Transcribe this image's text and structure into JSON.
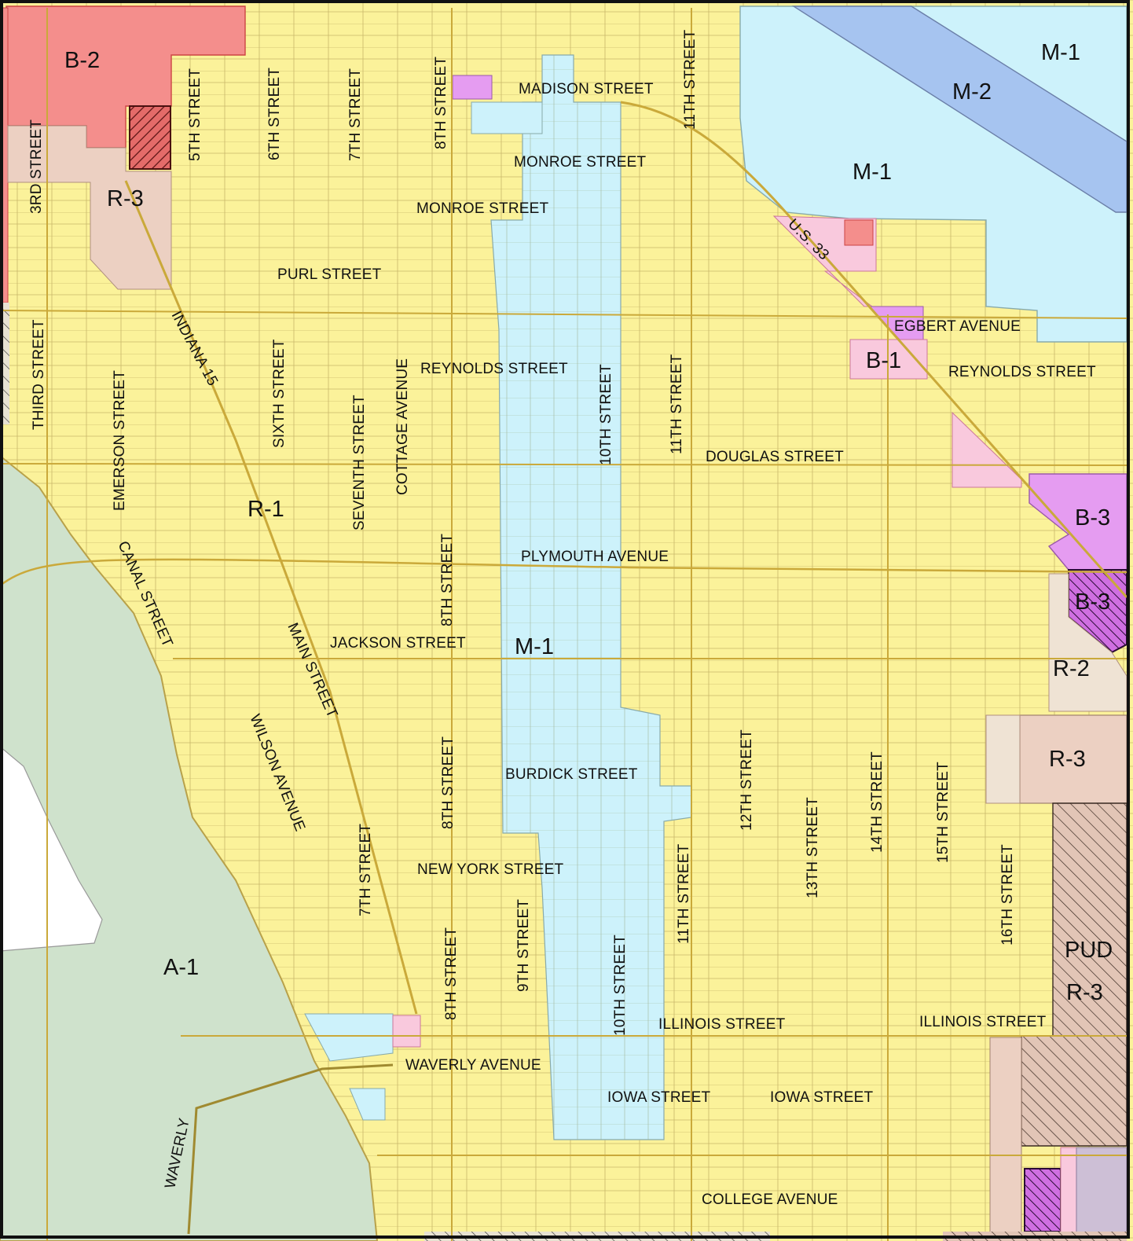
{
  "colors": {
    "residential_yellow": "#fbf29a",
    "industrial_light_blue": "#cdf2fb",
    "industrial_m2_blue": "#a6c4f0",
    "business_b2_red": "#f48e8c",
    "business_b1_pink": "#f9c9dd",
    "business_b3_purple": "#e59cf1",
    "r2_beige": "#efe3d4",
    "r3_tan": "#ecd0c2",
    "agricultural_green": "#cfe2cc",
    "parcel_line": "#b8a14a",
    "road_line": "#caa93a"
  },
  "zones": [
    {
      "id": "b2",
      "label": "B-2"
    },
    {
      "id": "m1_ne",
      "label": "M-1"
    },
    {
      "id": "m2",
      "label": "M-2"
    },
    {
      "id": "m1_mid",
      "label": "M-1"
    },
    {
      "id": "r3_nw",
      "label": "R-3"
    },
    {
      "id": "b1",
      "label": "B-1"
    },
    {
      "id": "b3_a",
      "label": "B-3"
    },
    {
      "id": "b3_b",
      "label": "B-3"
    },
    {
      "id": "r1",
      "label": "R-1"
    },
    {
      "id": "m1_center",
      "label": "M-1"
    },
    {
      "id": "r2",
      "label": "R-2"
    },
    {
      "id": "r3_e",
      "label": "R-3"
    },
    {
      "id": "pud",
      "label": "PUD"
    },
    {
      "id": "r3_pud",
      "label": "R-3"
    },
    {
      "id": "a1",
      "label": "A-1"
    }
  ],
  "streets": [
    {
      "id": "madison",
      "label": "MADISON STREET"
    },
    {
      "id": "monroe_1",
      "label": "MONROE STREET"
    },
    {
      "id": "monroe_2",
      "label": "MONROE STREET"
    },
    {
      "id": "purl",
      "label": "PURL STREET"
    },
    {
      "id": "reynolds_1",
      "label": "REYNOLDS STREET"
    },
    {
      "id": "reynolds_2",
      "label": "REYNOLDS STREET"
    },
    {
      "id": "egbert",
      "label": "EGBERT AVENUE"
    },
    {
      "id": "douglas",
      "label": "DOUGLAS  STREET"
    },
    {
      "id": "plymouth",
      "label": "PLYMOUTH AVENUE"
    },
    {
      "id": "jackson",
      "label": "JACKSON STREET"
    },
    {
      "id": "burdick",
      "label": "BURDICK STREET"
    },
    {
      "id": "new_york",
      "label": "NEW YORK STREET"
    },
    {
      "id": "illinois_1",
      "label": "ILLINOIS STREET"
    },
    {
      "id": "illinois_2",
      "label": "ILLINOIS STREET"
    },
    {
      "id": "waverly_ave",
      "label": "WAVERLY AVENUE"
    },
    {
      "id": "iowa_1",
      "label": "IOWA STREET"
    },
    {
      "id": "iowa_2",
      "label": "IOWA STREET"
    },
    {
      "id": "college",
      "label": "COLLEGE AVENUE"
    },
    {
      "id": "us33",
      "label": "U.S. 33"
    },
    {
      "id": "third_st_top",
      "label": "3RD STREET"
    },
    {
      "id": "fifth",
      "label": "5TH STREET"
    },
    {
      "id": "sixth_top",
      "label": "6TH STREET"
    },
    {
      "id": "seventh_top",
      "label": "7TH STREET"
    },
    {
      "id": "eighth_top",
      "label": "8TH STREET"
    },
    {
      "id": "eleventh_top",
      "label": "11TH STREET"
    },
    {
      "id": "third_st",
      "label": "THIRD STREET"
    },
    {
      "id": "emerson",
      "label": "EMERSON  STREET"
    },
    {
      "id": "indiana15",
      "label": "INDIANA 15"
    },
    {
      "id": "sixth",
      "label": "SIXTH STREET"
    },
    {
      "id": "seventh",
      "label": "SEVENTH STREET"
    },
    {
      "id": "cottage",
      "label": "COTTAGE AVENUE"
    },
    {
      "id": "tenth_top",
      "label": "10TH STREET"
    },
    {
      "id": "eleventh_mid",
      "label": "11TH STREET"
    },
    {
      "id": "eighth_mid",
      "label": "8TH STREET"
    },
    {
      "id": "canal",
      "label": "CANAL STREET"
    },
    {
      "id": "main",
      "label": "MAIN STREET"
    },
    {
      "id": "wilson",
      "label": "WILSON AVENUE"
    },
    {
      "id": "eighth_low",
      "label": "8TH STREET"
    },
    {
      "id": "seventh_low",
      "label": "7TH STREET"
    },
    {
      "id": "twelfth",
      "label": "12TH STREET"
    },
    {
      "id": "thirteenth",
      "label": "13TH STREET"
    },
    {
      "id": "fourteenth",
      "label": "14TH STREET"
    },
    {
      "id": "fifteenth",
      "label": "15TH STREET"
    },
    {
      "id": "sixteenth",
      "label": "16TH STREET"
    },
    {
      "id": "eleventh_low",
      "label": "11TH STREET"
    },
    {
      "id": "ninth",
      "label": "9TH STREET"
    },
    {
      "id": "eighth_bottom",
      "label": "8TH STREET"
    },
    {
      "id": "tenth_low",
      "label": "10TH STREET"
    },
    {
      "id": "waverly_rd",
      "label": "WAVERLY"
    }
  ]
}
